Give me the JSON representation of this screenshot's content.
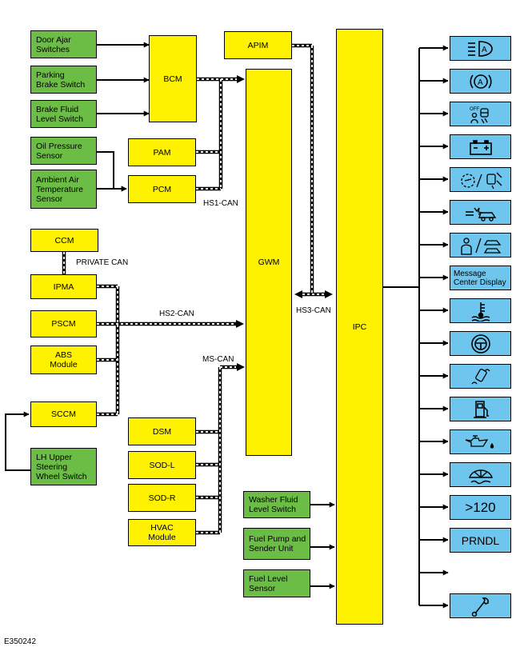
{
  "inputs": {
    "door_ajar": "Door Ajar\nSwitches",
    "parking_brake": "Parking\nBrake Switch",
    "brake_fluid": "Brake Fluid\nLevel Switch",
    "oil_pressure": "Oil Pressure\nSensor",
    "ambient_air": "Ambient Air\nTemperature\nSensor",
    "lh_upper_steering": "LH Upper\nSteering\nWheel Switch",
    "washer_fluid": "Washer Fluid\nLevel Switch",
    "fuel_pump": "Fuel Pump and\nSender Unit",
    "fuel_level": "Fuel Level\nSensor"
  },
  "modules": {
    "bcm": "BCM",
    "apim": "APIM",
    "pam": "PAM",
    "pcm": "PCM",
    "ccm": "CCM",
    "ipma": "IPMA",
    "pscm": "PSCM",
    "abs": "ABS\nModule",
    "sccm": "SCCM",
    "dsm": "DSM",
    "sod_l": "SOD-L",
    "sod_r": "SOD-R",
    "hvac": "HVAC\nModule",
    "gwm": "GWM",
    "ipc": "IPC"
  },
  "bus_labels": {
    "hs1": "HS1-CAN",
    "private": "PRIVATE CAN",
    "hs2": "HS2-CAN",
    "hs3": "HS3-CAN",
    "ms": "MS-CAN"
  },
  "indicators": {
    "message_center": "Message\nCenter Display",
    "speed": ">120",
    "prndl": "PRNDL",
    "icons": [
      "headlamp-auto-icon",
      "auto-hold-icon",
      "airbag-off-icon",
      "battery-icon",
      "parking-aid-icon",
      "pre-collision-icon",
      "lane-keeping-icon",
      "coolant-temperature-icon",
      "power-steering-icon",
      "stability-control-icon",
      "fuel-door-icon",
      "oil-pressure-icon",
      "washer-fluid-icon",
      "service-wrench-icon"
    ]
  },
  "reference": "E350242",
  "colors": {
    "input_green": "#6cbd45",
    "module_yellow": "#fff200",
    "indicator_blue": "#6ec6ee"
  }
}
